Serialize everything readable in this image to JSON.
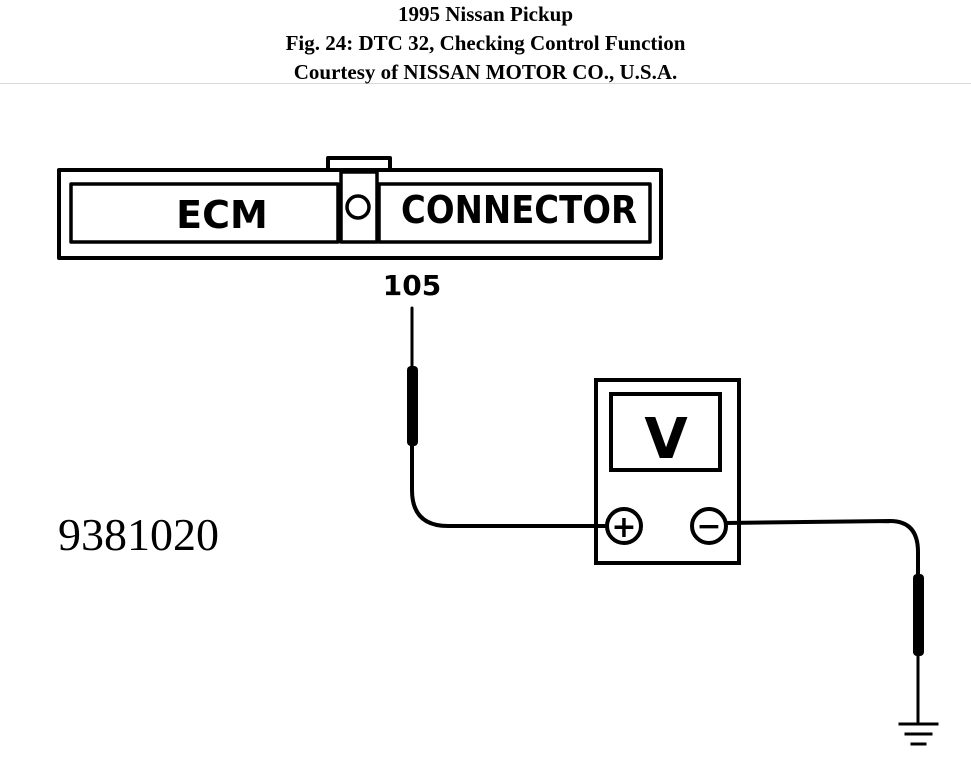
{
  "header": {
    "line1": "1995 Nissan Pickup",
    "line2": "Fig. 24: DTC 32, Checking Control Function",
    "line3": "Courtesy of NISSAN MOTOR CO., U.S.A."
  },
  "diagram": {
    "connector_left_label": "ECM",
    "connector_right_label": "CONNECTOR",
    "terminal_number": "105",
    "meter_symbol": "V",
    "positive_symbol": "+",
    "negative_symbol": "−"
  },
  "figure_number": "9381020",
  "colors": {
    "line": "#000000",
    "background": "#ffffff"
  }
}
